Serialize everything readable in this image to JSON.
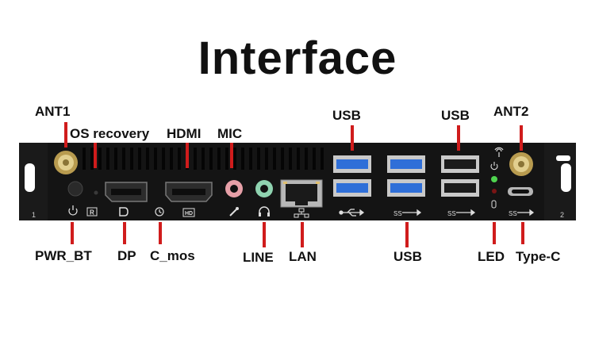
{
  "title": "Interface",
  "labels": {
    "ant1": "ANT1",
    "os_recovery": "OS recovery",
    "hdmi": "HDMI",
    "mic": "MIC",
    "usb_top_left": "USB",
    "usb_top_right": "USB",
    "ant2": "ANT2",
    "pwr_bt": "PWR_BT",
    "dp": "DP",
    "c_mos": "C_mos",
    "line": "LINE",
    "lan": "LAN",
    "usb_bottom": "USB",
    "led": "LED",
    "type_c": "Type-C"
  },
  "bracket_numbers": {
    "left": "1",
    "right": "2"
  },
  "panel_marks": {
    "r_box": "R",
    "hd_box": "HD"
  },
  "colors": {
    "callout": "#d01c1c",
    "panel": "#141414",
    "usb3_blue": "#2f6fd8",
    "mic_jack": "#e7a0a8",
    "line_jack": "#8fd3b0",
    "led_green": "#4fd34f"
  }
}
